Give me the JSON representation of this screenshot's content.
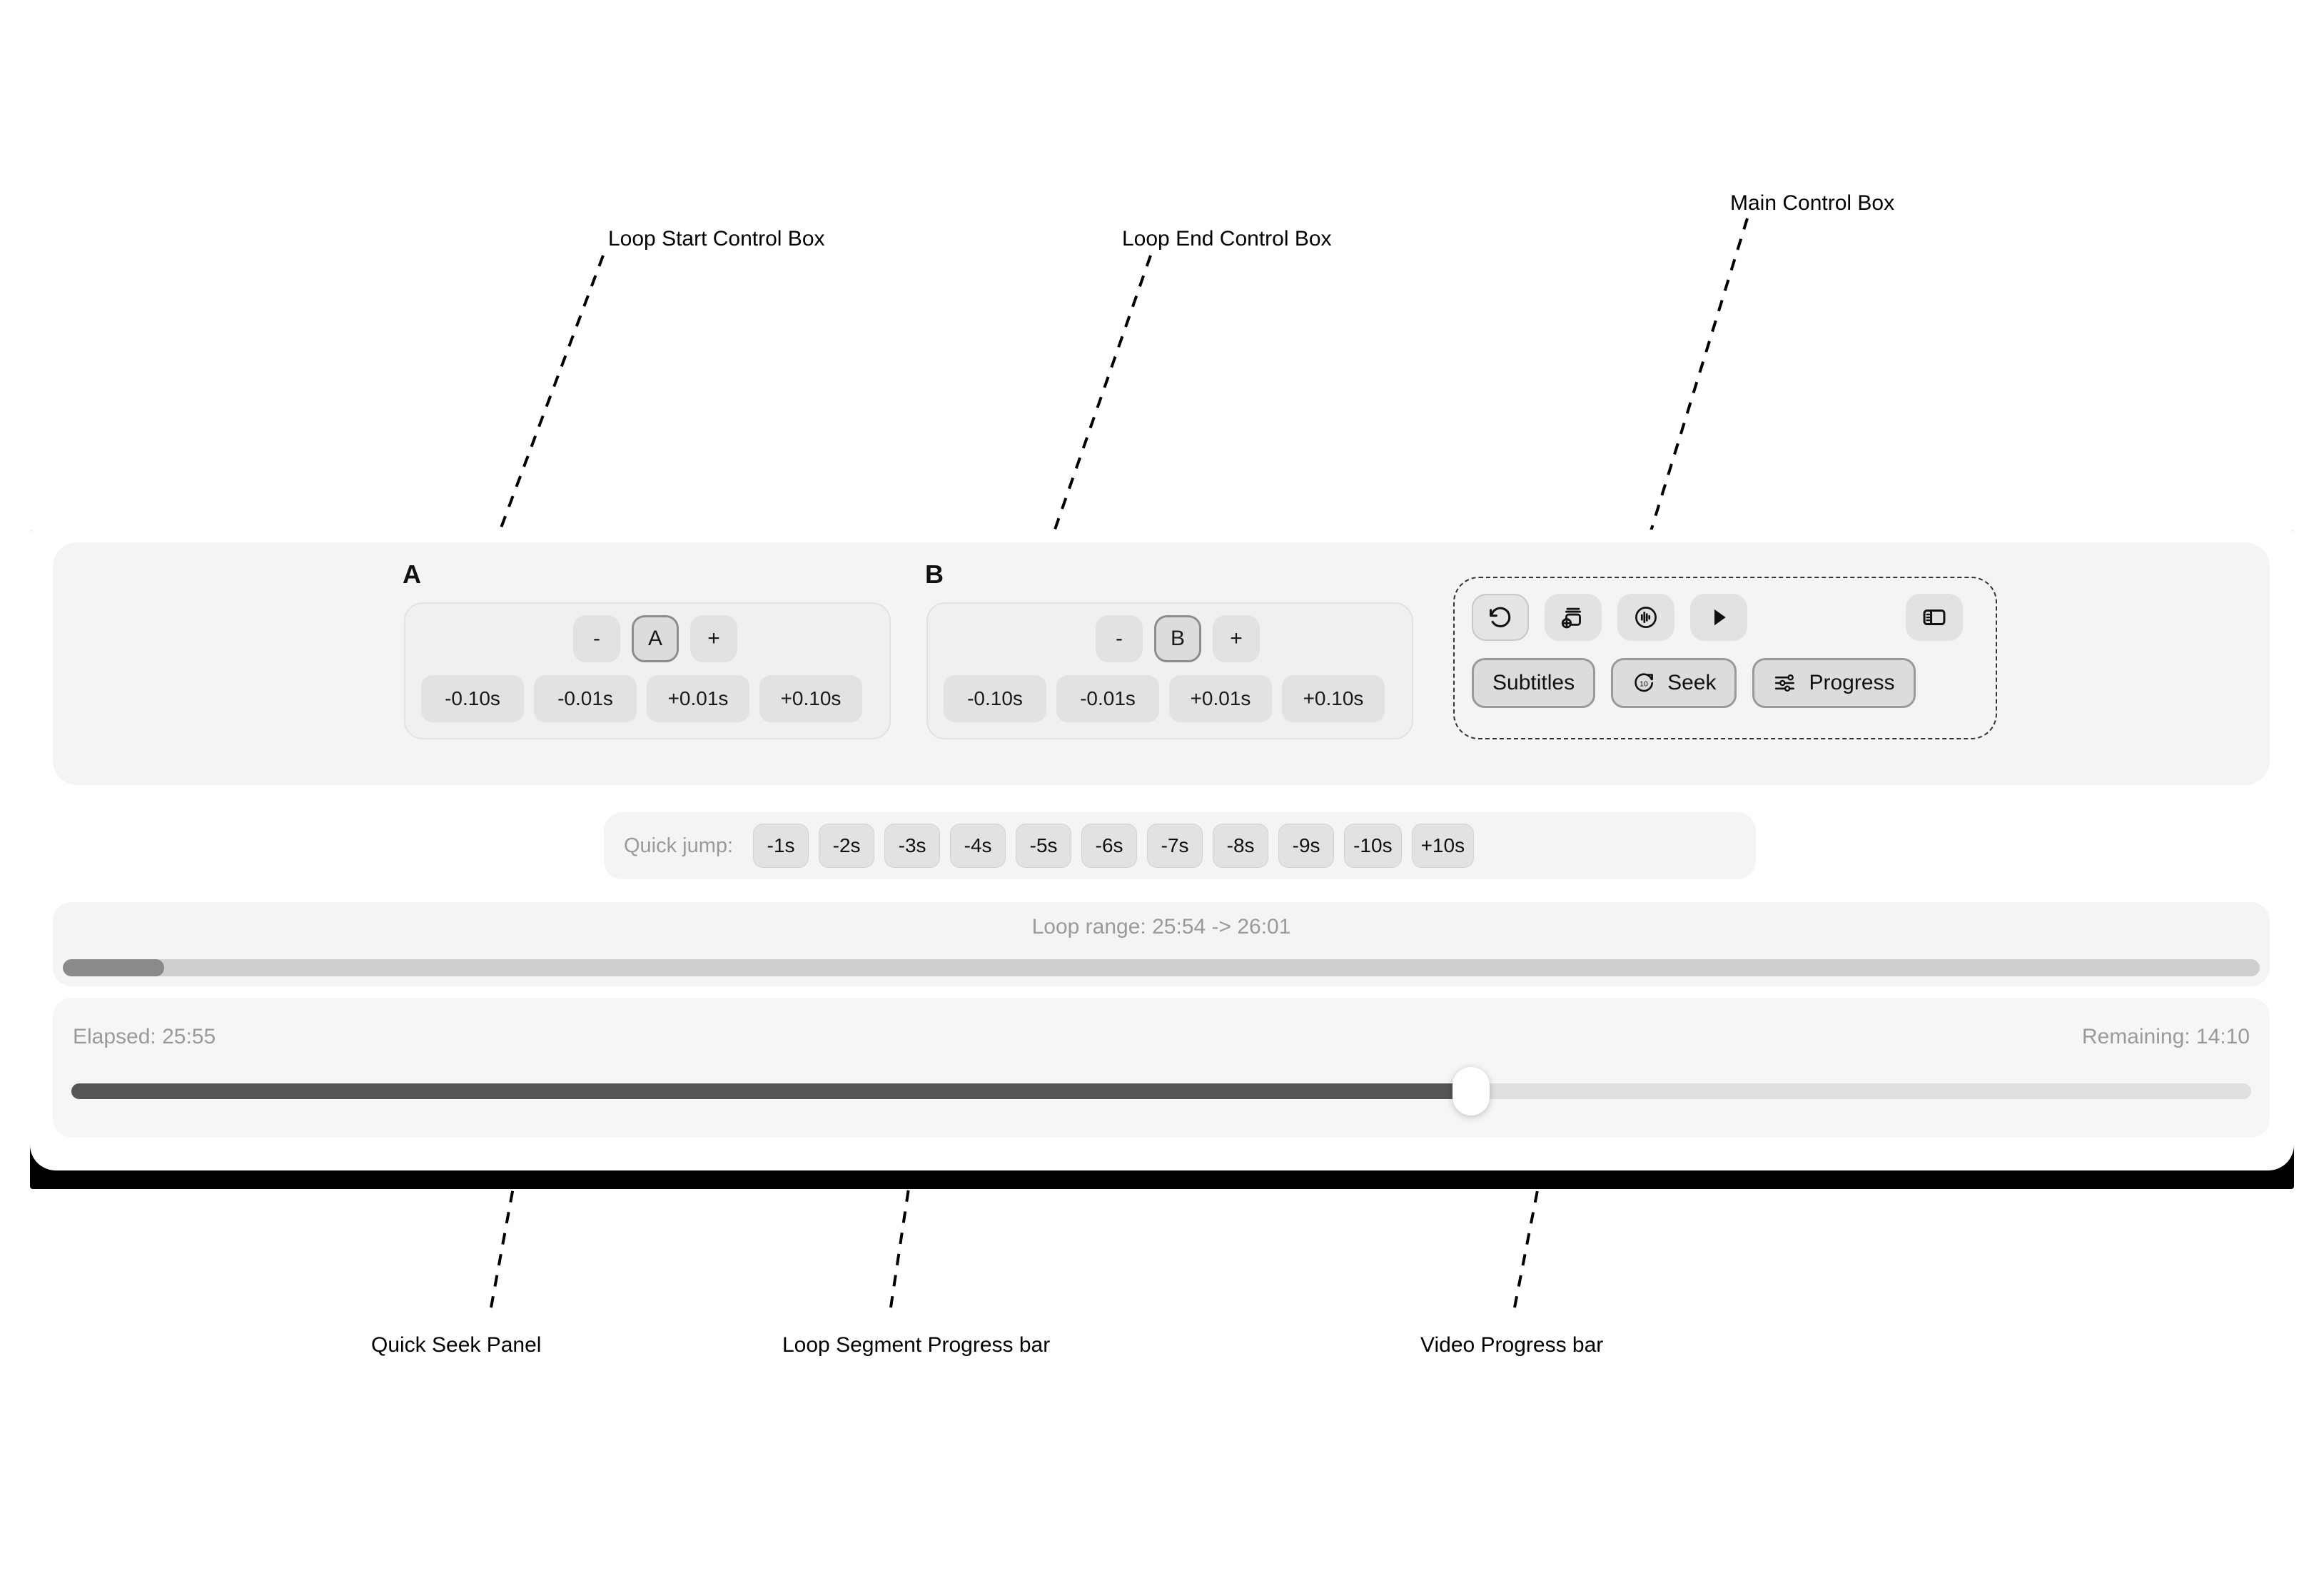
{
  "annotations": [
    {
      "name": "loop-start-control-box",
      "label": "Loop Start Control Box"
    },
    {
      "name": "loop-end-control-box",
      "label": "Loop End Control Box"
    },
    {
      "name": "main-control-box",
      "label": "Main Control Box"
    },
    {
      "name": "quick-seek-panel",
      "label": "Quick Seek Panel"
    },
    {
      "name": "loop-segment-progress-bar",
      "label": "Loop Segment Progress bar"
    },
    {
      "name": "video-progress-bar",
      "label": "Video Progress bar"
    }
  ],
  "loop_start": {
    "letter": "A",
    "minus_label": "-",
    "marker_label": "A",
    "plus_label": "+",
    "steps": [
      "-0.10s",
      "-0.01s",
      "+0.01s",
      "+0.10s"
    ]
  },
  "loop_end": {
    "letter": "B",
    "minus_label": "-",
    "marker_label": "B",
    "plus_label": "+",
    "steps": [
      "-0.10s",
      "-0.01s",
      "+0.01s",
      "+0.10s"
    ]
  },
  "main_control": {
    "icons": [
      {
        "name": "rotate-ccw-icon",
        "label": "restart"
      },
      {
        "name": "add-to-stack-icon",
        "label": "save-clip"
      },
      {
        "name": "waveform-icon",
        "label": "audio"
      },
      {
        "name": "play-icon",
        "label": "play"
      },
      {
        "name": "sidebar-panel-icon",
        "label": "panel"
      }
    ],
    "pills": [
      {
        "name": "subtitles-button",
        "label": "Subtitles",
        "icon": null
      },
      {
        "name": "seek-button",
        "label": "Seek",
        "icon": "forward-10-icon"
      },
      {
        "name": "progress-button",
        "label": "Progress",
        "icon": "sliders-icon"
      }
    ]
  },
  "quick_jump": {
    "label": "Quick jump:",
    "buttons": [
      "-1s",
      "-2s",
      "-3s",
      "-4s",
      "-5s",
      "-6s",
      "-7s",
      "-8s",
      "-9s",
      "-10s",
      "+10s"
    ]
  },
  "loop_segment": {
    "range_text": "Loop range: 25:54 -> 26:01",
    "fill_percent": 4.6
  },
  "video_progress": {
    "elapsed_label": "Elapsed: 25:55",
    "remaining_label": "Remaining: 14:10",
    "fill_percent": 64.2
  },
  "colors": {
    "panel_bg": "#f4f4f4",
    "button_bg": "#e2e2e2",
    "accent_fill": "#555555",
    "muted_text": "#9a9a9a"
  }
}
